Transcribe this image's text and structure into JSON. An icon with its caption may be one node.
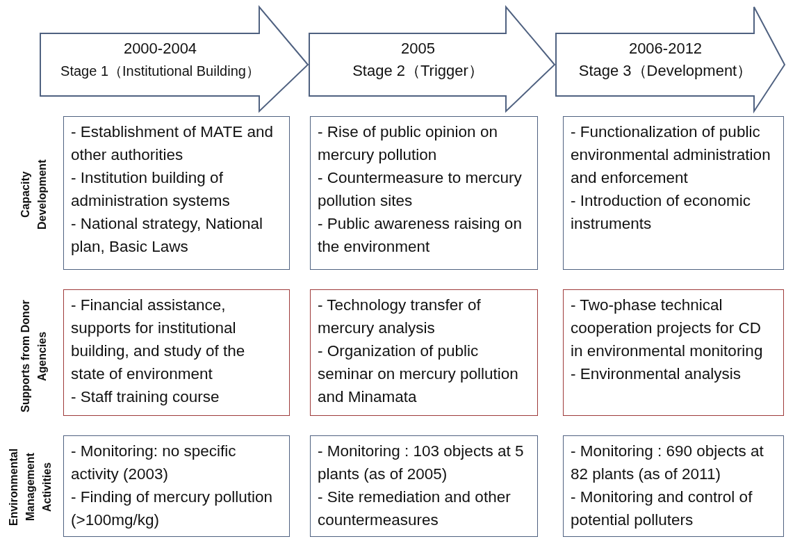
{
  "diagram": {
    "nodes": [
      {
        "text": [
          "2000-2004",
          "Stage 1（Institutional Building）"
        ]
      },
      {
        "text": [
          "2005",
          "Stage 2（Trigger）"
        ]
      },
      {
        "text": [
          "2006-2012",
          "Stage 3（Development）"
        ]
      },
      {
        "text": [
          "- Establishment of MATE and other authorities",
          "- Institution building of administration systems",
          "- National strategy, National plan, Basic Laws"
        ]
      },
      {
        "text": [
          "- Rise of public opinion on mercury pollution",
          "- Countermeasure to mercury pollution sites",
          "- Public awareness raising on the environment"
        ]
      },
      {
        "text": [
          "- Functionalization of public environmental administration and enforcement",
          "- Introduction of economic instruments"
        ]
      },
      {
        "text": [
          "- Financial assistance, supports for institutional building, and study of the state of environment",
          "- Staff training course"
        ]
      },
      {
        "text": [
          "- Technology transfer of mercury analysis",
          "- Organization of public seminar on mercury pollution and Minamata"
        ]
      },
      {
        "text": [
          "- Two-phase technical cooperation projects for CD in environmental monitoring",
          "- Environmental analysis"
        ]
      },
      {
        "text": [
          "- Monitoring: no specific activity (2003)",
          "- Finding of mercury pollution (>100mg/kg)"
        ]
      },
      {
        "text": [
          "- Monitoring : 103 objects at 5 plants (as of 2005)",
          "- Site remediation  and other countermeasures"
        ]
      },
      {
        "text": [
          "- Monitoring : 690 objects at 82 plants (as of 2011)",
          "- Monitoring and control of potential polluters"
        ]
      }
    ],
    "labels": [
      "Capacity Development",
      "Supports from Donor Agencies",
      "Environmental Management Activities"
    ]
  }
}
